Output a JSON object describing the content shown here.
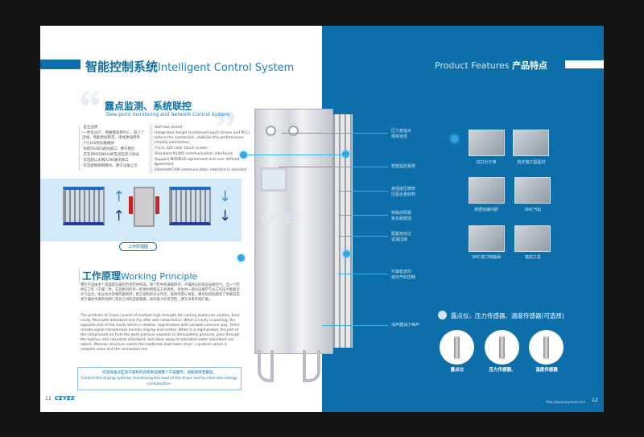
{
  "left": {
    "title_cn": "智能控制系统",
    "title_en": "Intelligent Control System",
    "sub_cn": "露点监测、系统联控",
    "sub_en": "Dew point monitoring and Network Control System",
    "features_cn": [
      "·自主品牌",
      "·一体化设计，将触摸屏和PLC，减少了连线，性能更加稳定，接线更加简单",
      "·7寸320色彩触摸屏",
      "·标配RS485通讯接口，便于联控",
      "·可支持MODBUS并支持自定义协议",
      "·可选配以太网/CAN通讯接口",
      "·可选配物联网模块，便于设备上云"
    ],
    "features_en": [
      "·Self-own brand",
      "·Integrated design (combined touch screen and PLC) reduce the connection, stabilize the performance, simplify connection.",
      "·7inch 320 color touch screen",
      "·Standard RS485 communication interfaces",
      "·Support MODBUS agreement and user defined agreement",
      "·Ethernet/CAN communication interface is selected"
    ],
    "diagram_label": "工作原理图",
    "wp_cn": "工作原理",
    "wp_en": "Working Principle",
    "wp_para_cn": "賽亞产品由多个高强度压铸铝合金腔体构成。每个腔中装满吸附剂，干燥经过的高压压缩空气。当一个腔体在工作（干燥）时，与其相对的另一腔体利用变压方式再生。再生时一部分压缩空气从工作压力膨胀至大气压力，吸过含水饱和的吸附剂，把它吸附的水分带走，吸附剂得以再生。模块化结构避免了传统双塔式干燥机中复杂的阀门及其之间的连接管路，具有极大的灵活性，便于未来系统扩展。",
    "wp_para_en": "The products of Ceyes consist of multiple high strength die casting aluminum cavities. Each cavity filled with adsorbent and dry after wet compression. When a cavity is working, the opposite side of the cavity which is relative, regeneration with variable pressure way. 'Dims' remote signal transmission monitor display and control. When it is regenerated, the part of the compressed air from the work pressure expands to atmospheric pressure, goes through the hydrous and saturated adsorbent, and takes away its adsorbed water adsorbent can reborn. Modular structure avoids the traditional dual tower dryer 's problem which is complex valve and the connection line.",
    "note_cn": "可选择通过監测干燥机的负荷来控制整个干燥循环，将能耗降至最低。",
    "note_en": "Control the drying cycle by monitoring the load of the dryer and to minimize energy consumption.",
    "page_number": "11",
    "logo": "CEYES"
  },
  "product": {
    "logo": "CEYES"
  },
  "right": {
    "title_en": "Product Features",
    "title_cn": "产品特点",
    "callouts": [
      "压力表指示\n塔体状态",
      "智能监控系统",
      "高强度压铸挤\n压铝合金结构",
      "特殊的阳极\n氧化耐腐蚀",
      "配置高效过\n滤减压阀",
      "可靠稳定的\n双向气缸控制",
      "消声器减小噪声"
    ],
    "products": [
      "进口分子筛",
      "航天施工铝型材",
      "简便快接内胆",
      "SMC气缸",
      "SMC进口电磁阀",
      "填充工具"
    ],
    "sensor_heading": "露点仪、压力传感器、温度传感器(可选择)",
    "sensors": [
      "露点仪",
      "压力传感器、",
      "温度传感器"
    ],
    "url": "http://www.ceyesair.com",
    "page_number": "12"
  }
}
